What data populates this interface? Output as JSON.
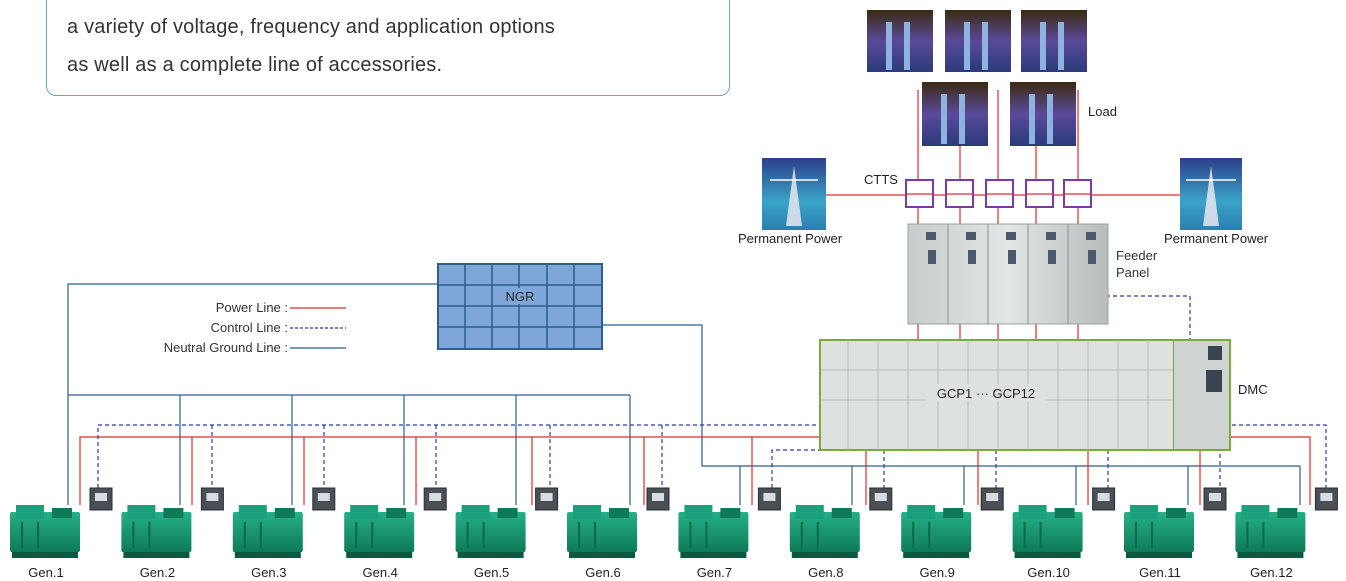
{
  "intro": {
    "line1": "a variety of voltage, frequency and application options",
    "line2": "as well as a complete line of accessories."
  },
  "legend": {
    "power": "Power Line :",
    "control": "Control Line :",
    "neutral": "Neutral Ground Line :"
  },
  "labels": {
    "ngr": "NGR",
    "load": "Load",
    "ctts": "CTTS",
    "permanent_left": "Permanent Power",
    "permanent_right": "Permanent Power",
    "feeder_line1": "Feeder",
    "feeder_line2": "Panel",
    "gcp": "GCP1  ···  GCP12",
    "dmc": "DMC"
  },
  "generators": [
    "Gen.1",
    "Gen.2",
    "Gen.3",
    "Gen.4",
    "Gen.5",
    "Gen.6",
    "Gen.7",
    "Gen.8",
    "Gen.9",
    "Gen.10",
    "Gen.11",
    "Gen.12"
  ],
  "colors": {
    "power": "#e02a2a",
    "control": "#2b3aa8",
    "neutral": "#2f5d8f",
    "ctts_box": "#7a3aa8",
    "ngr_fill": "#7fa6d9",
    "generator": "#1aa07a",
    "panel_border": "#7aaa3a"
  },
  "icons": {
    "generator": "generator-icon",
    "load": "building-photo-icon",
    "permanent_power": "transmission-tower-photo-icon",
    "controller": "controller-icon"
  }
}
